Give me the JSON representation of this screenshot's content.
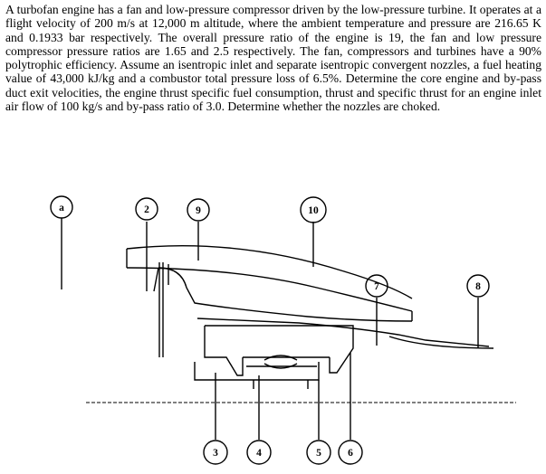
{
  "problem_text": "A turbofan engine has a fan and low-pressure compressor driven by the low-pressure turbine. It operates at a flight velocity of 200 m/s at 12,000 m altitude, where the ambient temperature and pressure are 216.65 K and 0.1933 bar respectively. The overall pressure ratio of the engine is 19, the fan and low pressure compressor pressure ratios are 1.65 and 2.5 respectively. The fan, compressors and turbines have a 90% polytrophic efficiency. Assume an isentropic inlet and separate isentropic convergent nozzles, a fuel heating value of 43,000 kJ/kg and a combustor total pressure loss of 6.5%. Determine the core engine and by-pass duct exit velocities, the engine thrust specific fuel consumption, thrust and specific thrust for an engine inlet air flow of 100 kg/s and by-pass ratio of 3.0. Determine whether the nozzles are choked.",
  "stations": {
    "a": "a",
    "s2": "2",
    "s9": "9",
    "s10": "10",
    "s7": "7",
    "s8": "8",
    "s3": "3",
    "s4": "4",
    "s5": "5",
    "s6": "6"
  },
  "colors": {
    "line": "#000000",
    "background": "#ffffff"
  }
}
